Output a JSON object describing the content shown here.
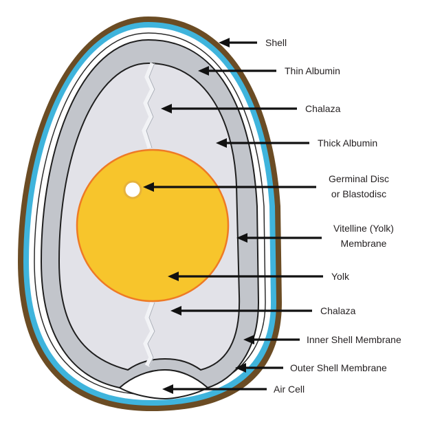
{
  "colors": {
    "shell": "#6b4c24",
    "outer_membrane": "#3fb4dc",
    "white_gap": "#ffffff",
    "thin_albumin": "#c2c5cb",
    "thick_albumin": "#e2e2e8",
    "yolk_fill": "#f7c52c",
    "yolk_border": "#ee7a25",
    "germinal_disc": "#ffffff",
    "chalaza": "#ffffff",
    "arrow": "#111111",
    "label_text": "#231f20"
  },
  "labels": {
    "shell": "Shell",
    "thin_albumin": "Thin Albumin",
    "chalaza_top": "Chalaza",
    "thick_albumin": "Thick Albumin",
    "germinal_disc_line1": "Germinal Disc",
    "germinal_disc_line2": "or Blastodisc",
    "vitelline_line1": "Vitelline (Yolk)",
    "vitelline_line2": "Membrane",
    "yolk": "Yolk",
    "chalaza_bottom": "Chalaza",
    "inner_shell_membrane": "Inner Shell Membrane",
    "outer_shell_membrane": "Outer Shell Membrane",
    "air_cell": "Air Cell"
  }
}
